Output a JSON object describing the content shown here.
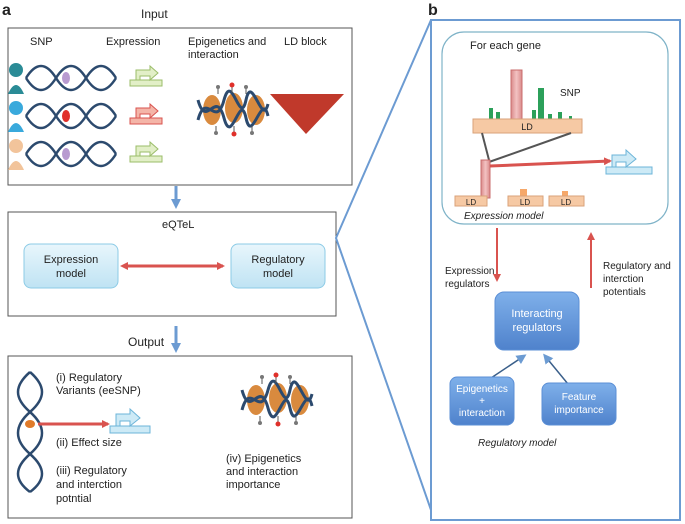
{
  "panel_a": {
    "letter": "a",
    "input": {
      "title": "Input",
      "headers": {
        "snp": "SNP",
        "expression": "Expression",
        "epigenetics_line1": "Epigenetics and",
        "epigenetics_line2": "interaction",
        "ld_block": "LD block"
      }
    },
    "eqtel": {
      "title": "eQTeL",
      "expression_model_line1": "Expression",
      "expression_model_line2": "model",
      "regulatory_model_line1": "Regulatory",
      "regulatory_model_line2": "model"
    },
    "output": {
      "title": "Output",
      "item1_line1": "(i) Regulatory",
      "item1_line2": "Variants (eeSNP)",
      "item2": "(ii) Effect size",
      "item3_line1": "(iii) Regulatory",
      "item3_line2": "and interction",
      "item3_line3": "potntial",
      "item4_line1": "(iv) Epigenetics",
      "item4_line2": "and interaction",
      "item4_line3": "importance"
    }
  },
  "panel_b": {
    "letter": "b",
    "for_each_gene": "For each gene",
    "snp_label": "SNP",
    "ld_main": "LD",
    "ld_small": [
      "LD",
      "LD",
      "LD"
    ],
    "expression_model_caption": "Expression model",
    "left_arrow_label_line1": "Expression",
    "left_arrow_label_line2": "regulators",
    "right_arrow_label_line1": "Regulatory and",
    "right_arrow_label_line2": "interction",
    "right_arrow_label_line3": "potentials",
    "interacting_line1": "Interacting",
    "interacting_line2": "regulators",
    "epigenetics_line1": "Epigenetics",
    "epigenetics_line2": "+",
    "epigenetics_line3": "interaction",
    "feature_line1": "Feature",
    "feature_line2": "importance",
    "regulatory_model_caption": "Regulatory model"
  },
  "colors": {
    "arrow_red": "#d9534f",
    "arrow_blue": "#6c9bd2",
    "box_light_blue": "#cdeaf6",
    "box_mid_blue": "#5b8fd6",
    "panel_border": "#6c9bd2",
    "teal_person": "#2a8b96",
    "blue_person": "#39a9dc",
    "peach_person": "#f2c49b",
    "ld_bar": "#f6c9a4",
    "snp_green": "#2ca05a",
    "ld_triangle": "#c0392b"
  }
}
